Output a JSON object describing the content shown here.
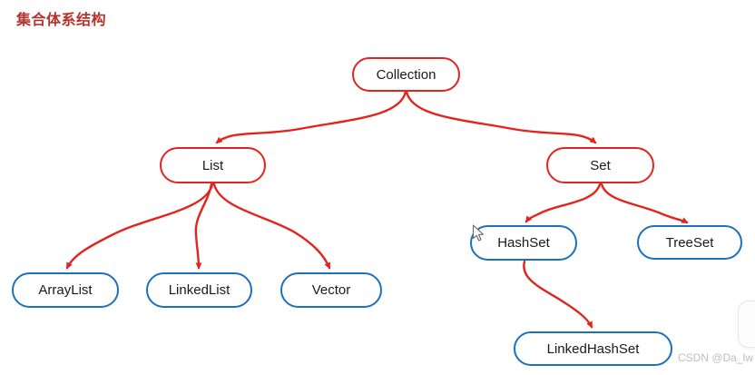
{
  "title": "集合体系结构",
  "watermark": "CSDN @Da_lw",
  "colors": {
    "red": "#e3241d",
    "blue": "#1c70bf",
    "title": "#b5332c",
    "text": "#1a1a1a",
    "watermark": "#bdbdbd"
  },
  "diagram": {
    "type": "tree",
    "nodes": [
      {
        "id": "collection",
        "label": "Collection",
        "style": "red"
      },
      {
        "id": "list",
        "label": "List",
        "style": "red"
      },
      {
        "id": "set",
        "label": "Set",
        "style": "red"
      },
      {
        "id": "arraylist",
        "label": "ArrayList",
        "style": "blue"
      },
      {
        "id": "linkedlist",
        "label": "LinkedList",
        "style": "blue"
      },
      {
        "id": "vector",
        "label": "Vector",
        "style": "blue"
      },
      {
        "id": "hashset",
        "label": "HashSet",
        "style": "blue"
      },
      {
        "id": "treeset",
        "label": "TreeSet",
        "style": "blue"
      },
      {
        "id": "linkedhashset",
        "label": "LinkedHashSet",
        "style": "blue"
      }
    ],
    "edges": [
      {
        "from": "Collection",
        "to": "List"
      },
      {
        "from": "Collection",
        "to": "Set"
      },
      {
        "from": "List",
        "to": "ArrayList"
      },
      {
        "from": "List",
        "to": "LinkedList"
      },
      {
        "from": "List",
        "to": "Vector"
      },
      {
        "from": "Set",
        "to": "HashSet"
      },
      {
        "from": "Set",
        "to": "TreeSet"
      },
      {
        "from": "HashSet",
        "to": "LinkedHashSet"
      }
    ]
  }
}
